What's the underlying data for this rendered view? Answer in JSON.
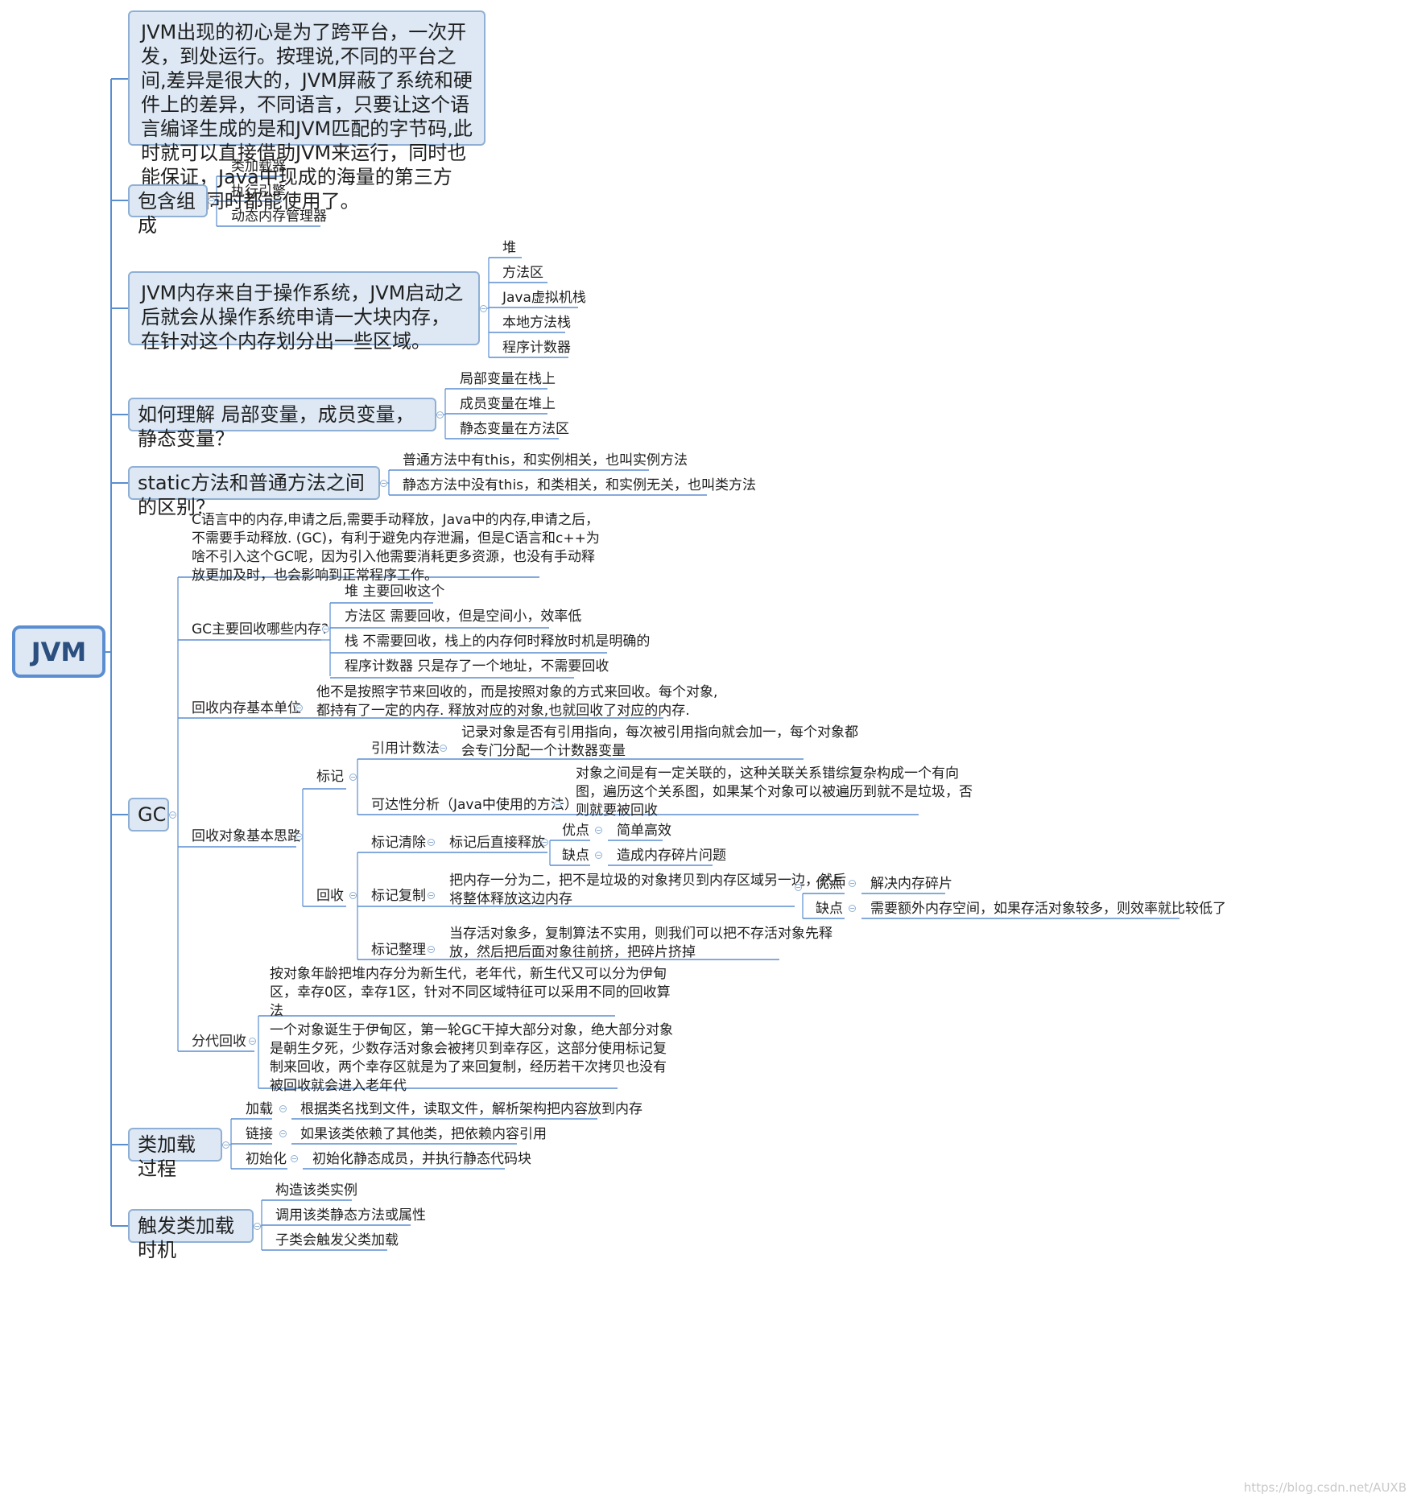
{
  "root": {
    "label": "JVM"
  },
  "branches": {
    "intro": "JVM出现的初心是为了跨平台，一次开发，到处运行。按理说,不同的平台之间,差异是很大的，JVM屏蔽了系统和硬件上的差异，不同语言，只要让这个语言编译生成的是和JVM匹配的字节码,此时就可以直接借助JVM来运行，同时也能保证，Java中现成的海量的第三方库,也就同时都能使用了。",
    "components": {
      "title": "包含组成",
      "items": [
        "类加载器",
        "执行引擎",
        "动态内存管理器"
      ]
    },
    "memory": {
      "title": "JVM内存来自于操作系统，JVM启动之后就会从操作系统申请一大块内存，在针对这个内存划分出一些区域。",
      "items": [
        "堆",
        "方法区",
        "Java虚拟机栈",
        "本地方法栈",
        "程序计数器"
      ]
    },
    "variables": {
      "title": "如何理解 局部变量，成员变量，静态变量？",
      "items": [
        "局部变量在栈上",
        "成员变量在堆上",
        "静态变量在方法区"
      ]
    },
    "static_methods": {
      "title": "static方法和普通方法之间的区别？",
      "items": [
        "普通方法中有this，和实例相关，也叫实例方法",
        "静态方法中没有this，和类相关，和实例无关，也叫类方法"
      ]
    },
    "gc": {
      "title": "GC",
      "intro": "C语言中的内存,申请之后,需要手动释放，Java中的内存,申请之后，\n不需要手动释放. (GC)，有利于避免内存泄漏，但是C语言和c++为\n啥不引入这个GC呢，因为引入他需要消耗更多资源，也没有手动释\n放更加及时，也会影响到正常程序工作。",
      "regions": {
        "title": "GC主要回收哪些内存?",
        "items": [
          "堆 主要回收这个",
          "方法区 需要回收，但是空间小，效率低",
          "栈 不需要回收，栈上的内存何时释放时机是明确的",
          "程序计数器 只是存了一个地址，不需要回收"
        ]
      },
      "unit": {
        "title": "回收内存基本单位",
        "text": "他不是按照字节来回收的，而是按照对象的方式来回收。每个对象,\n都持有了一定的内存. 释放对应的对象,也就回收了对应的内存."
      },
      "approach": {
        "title": "回收对象基本思路",
        "mark": {
          "title": "标记",
          "refcount": {
            "title": "引用计数法",
            "text": "记录对象是否有引用指向，每次被引用指向就会加一，每个对象都\n会专门分配一个计数器变量"
          },
          "reachability": {
            "title": "可达性分析（Java中使用的方法）",
            "text": "对象之间是有一定关联的，这种关联关系错综复杂构成一个有向\n图，遍历这个关系图，如果某个对象可以被遍历到就不是垃圾，否\n则就要被回收"
          }
        },
        "reclaim": {
          "title": "回收",
          "sweep": {
            "title": "标记清除",
            "desc": "标记后直接释放",
            "pro_label": "优点",
            "pro": "简单高效",
            "con_label": "缺点",
            "con": "造成内存碎片问题"
          },
          "copy": {
            "title": "标记复制",
            "desc": "把内存一分为二，把不是垃圾的对象拷贝到内存区域另一边，然后\n将整体释放这边内存",
            "pro_label": "优点",
            "pro": "解决内存碎片",
            "con_label": "缺点",
            "con": "需要额外内存空间，如果存活对象较多，则效率就比较低了"
          },
          "compact": {
            "title": "标记整理",
            "desc": "当存活对象多，复制算法不实用，则我们可以把不存活对象先释\n放，然后把后面对象往前挤，把碎片挤掉"
          }
        }
      },
      "generational": {
        "title": "分代回收",
        "items": [
          "按对象年龄把堆内存分为新生代，老年代，新生代又可以分为伊甸\n区，幸存0区，幸存1区，针对不同区域特征可以采用不同的回收算\n法",
          "一个对象诞生于伊甸区，第一轮GC干掉大部分对象，绝大部分对象\n是朝生夕死，少数存活对象会被拷贝到幸存区，这部分使用标记复\n制来回收，两个幸存区就是为了来回复制，经历若干次拷贝也没有\n被回收就会进入老年代"
        ]
      }
    },
    "classloading": {
      "title": "类加载过程",
      "steps": [
        {
          "label": "加载",
          "desc": "根据类名找到文件，读取文件，解析架构把内容放到内存"
        },
        {
          "label": "链接",
          "desc": "如果该类依赖了其他类，把依赖内容引用"
        },
        {
          "label": "初始化",
          "desc": "初始化静态成员，并执行静态代码块"
        }
      ]
    },
    "triggers": {
      "title": "触发类加载时机",
      "items": [
        "构造该类实例",
        "调用该类静态方法或属性",
        "子类会触发父类加载"
      ]
    }
  },
  "watermark": "https://blog.csdn.net/AUXB"
}
